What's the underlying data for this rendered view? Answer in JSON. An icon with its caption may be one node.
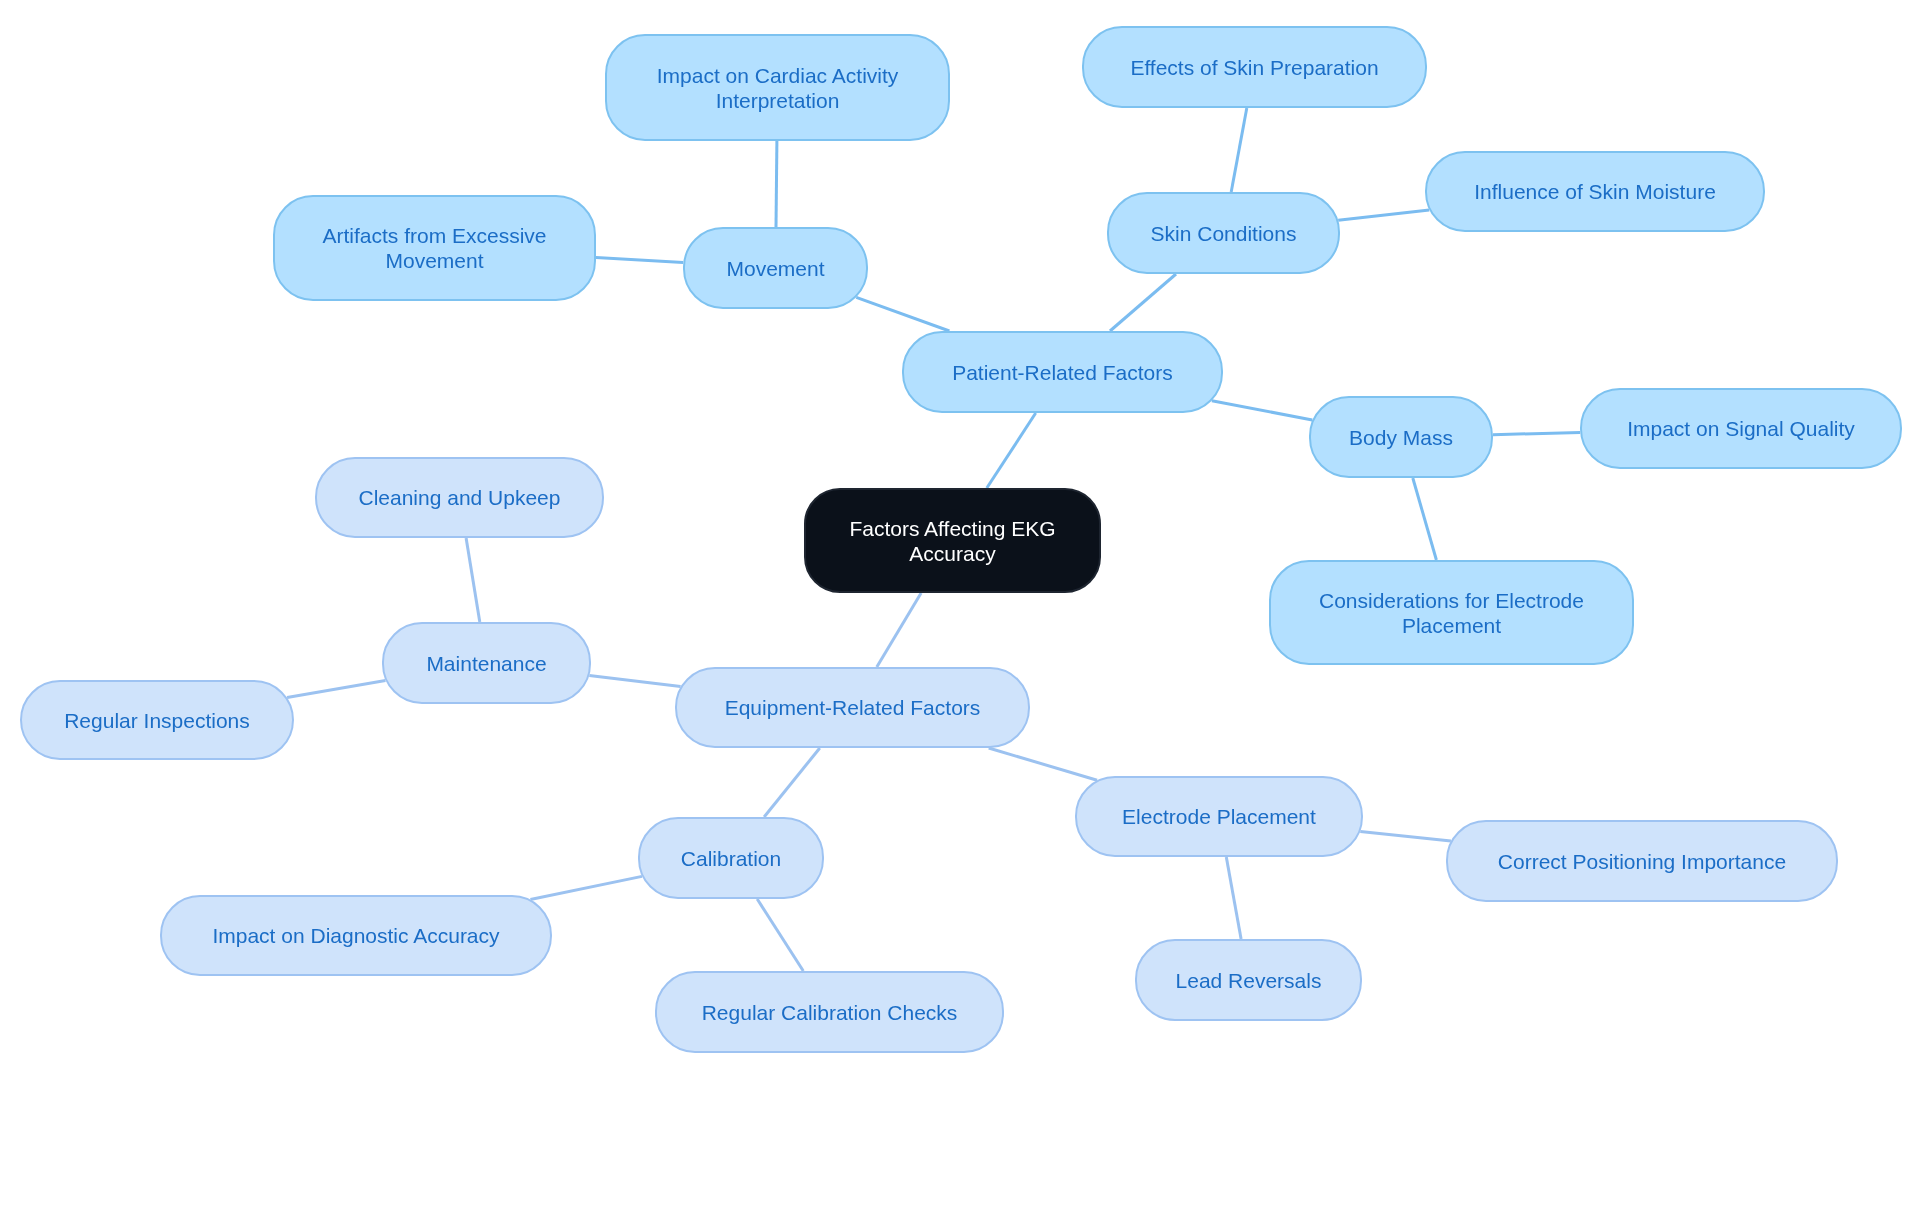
{
  "diagram": {
    "nodes": [
      {
        "text": [
          "Factors Affecting EKG Accuracy"
        ]
      },
      {
        "text": [
          "Patient-Related Factors"
        ]
      },
      {
        "text": [
          "Movement"
        ]
      },
      {
        "text": [
          "Impact on Cardiac Activity Interpretation"
        ]
      },
      {
        "text": [
          "Artifacts from Excessive Movement"
        ]
      },
      {
        "text": [
          "Skin Conditions"
        ]
      },
      {
        "text": [
          "Effects of Skin Preparation"
        ]
      },
      {
        "text": [
          "Influence of Skin Moisture"
        ]
      },
      {
        "text": [
          "Body Mass"
        ]
      },
      {
        "text": [
          "Impact on Signal Quality"
        ]
      },
      {
        "text": [
          "Considerations for Electrode Placement"
        ]
      },
      {
        "text": [
          "Equipment-Related Factors"
        ]
      },
      {
        "text": [
          "Maintenance"
        ]
      },
      {
        "text": [
          "Cleaning and Upkeep"
        ]
      },
      {
        "text": [
          "Regular Inspections"
        ]
      },
      {
        "text": [
          "Calibration"
        ]
      },
      {
        "text": [
          "Impact on Diagnostic Accuracy"
        ]
      },
      {
        "text": [
          "Regular Calibration Checks"
        ]
      },
      {
        "text": [
          "Electrode Placement"
        ]
      },
      {
        "text": [
          "Correct Positioning Importance"
        ]
      },
      {
        "text": [
          "Lead Reversals"
        ]
      }
    ],
    "edges": [
      {
        "from": 0,
        "to": 1,
        "arrow": "none"
      },
      {
        "from": 1,
        "to": 2,
        "arrow": "none"
      },
      {
        "from": 2,
        "to": 3,
        "arrow": "none"
      },
      {
        "from": 2,
        "to": 4,
        "arrow": "none"
      },
      {
        "from": 1,
        "to": 5,
        "arrow": "none"
      },
      {
        "from": 5,
        "to": 6,
        "arrow": "none"
      },
      {
        "from": 5,
        "to": 7,
        "arrow": "none"
      },
      {
        "from": 1,
        "to": 8,
        "arrow": "none"
      },
      {
        "from": 8,
        "to": 9,
        "arrow": "none"
      },
      {
        "from": 8,
        "to": 10,
        "arrow": "none"
      },
      {
        "from": 0,
        "to": 11,
        "arrow": "none",
        "color": "#9cc2f0"
      },
      {
        "from": 11,
        "to": 12,
        "arrow": "none",
        "color": "#9cc2f0"
      },
      {
        "from": 12,
        "to": 13,
        "arrow": "none",
        "color": "#9cc2f0"
      },
      {
        "from": 12,
        "to": 14,
        "arrow": "none",
        "color": "#9cc2f0"
      },
      {
        "from": 11,
        "to": 15,
        "arrow": "none",
        "color": "#9cc2f0"
      },
      {
        "from": 15,
        "to": 16,
        "arrow": "none",
        "color": "#9cc2f0"
      },
      {
        "from": 15,
        "to": 17,
        "arrow": "none",
        "color": "#9cc2f0"
      },
      {
        "from": 11,
        "to": 18,
        "arrow": "none",
        "color": "#9cc2f0"
      },
      {
        "from": 18,
        "to": 19,
        "arrow": "none",
        "color": "#9cc2f0"
      },
      {
        "from": 18,
        "to": 20,
        "arrow": "none",
        "color": "#9cc2f0"
      }
    ]
  }
}
